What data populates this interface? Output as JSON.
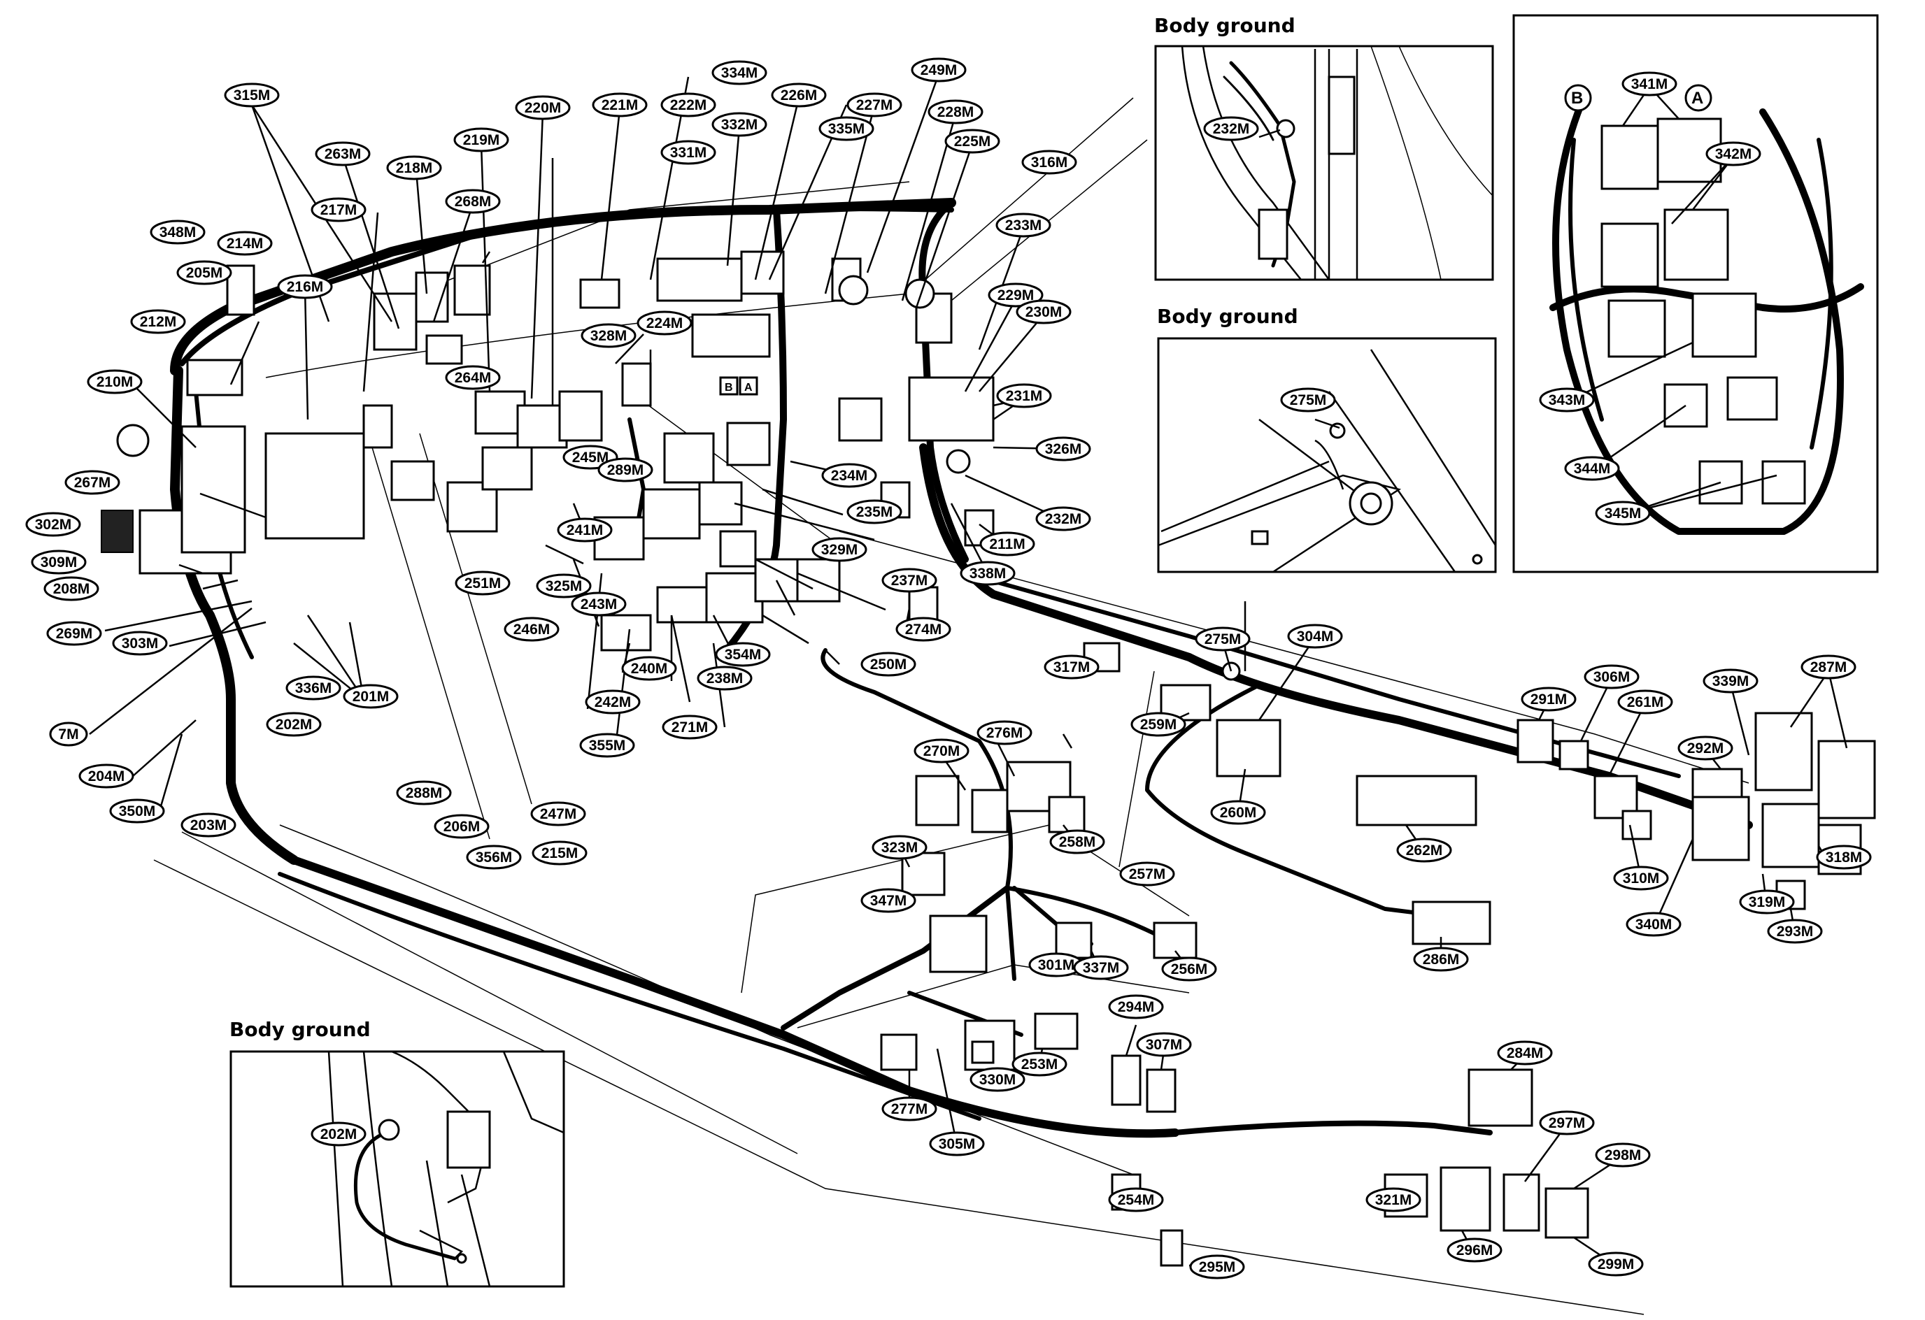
{
  "insets": {
    "body_ground_1": {
      "title": "Body ground",
      "label": "232M"
    },
    "body_ground_2": {
      "title": "Body ground",
      "label": "275M"
    },
    "body_ground_3": {
      "title": "Body ground",
      "label": "202M"
    },
    "detail_box": {
      "marker_b": "B",
      "marker_a": "A"
    }
  },
  "connector_markers": {
    "b": "B",
    "a": "A"
  },
  "callouts": [
    "315M",
    "263M",
    "218M",
    "219M",
    "220M",
    "221M",
    "222M",
    "334M",
    "332M",
    "226M",
    "227M",
    "249M",
    "228M",
    "225M",
    "316M",
    "331M",
    "335M",
    "268M",
    "217M",
    "348M",
    "214M",
    "205M",
    "212M",
    "216M",
    "210M",
    "264M",
    "328M",
    "224M",
    "233M",
    "229M",
    "230M",
    "231M",
    "326M",
    "232M",
    "211M",
    "338M",
    "267M",
    "302M",
    "309M",
    "208M",
    "269M",
    "303M",
    "7M",
    "204M",
    "350M",
    "203M",
    "336M",
    "202M",
    "201M",
    "245M",
    "289M",
    "241M",
    "251M",
    "325M",
    "246M",
    "243M",
    "242M",
    "240M",
    "354M",
    "238M",
    "271M",
    "355M",
    "234M",
    "235M",
    "329M",
    "237M",
    "274M",
    "250M",
    "288M",
    "206M",
    "356M",
    "247M",
    "215M",
    "317M",
    "275M",
    "304M",
    "259M",
    "260M",
    "257M",
    "262M",
    "286M",
    "276M",
    "270M",
    "258M",
    "323M",
    "347M",
    "301M",
    "337M",
    "256M",
    "294M",
    "307M",
    "253M",
    "330M",
    "277M",
    "305M",
    "254M",
    "295M",
    "284M",
    "297M",
    "298M",
    "321M",
    "296M",
    "299M",
    "291M",
    "306M",
    "261M",
    "339M",
    "287M",
    "292M",
    "310M",
    "318M",
    "340M",
    "319M",
    "293M",
    "341M",
    "342M",
    "343M",
    "344M",
    "345M"
  ],
  "colors": {
    "line": "#000000",
    "background": "#ffffff"
  }
}
